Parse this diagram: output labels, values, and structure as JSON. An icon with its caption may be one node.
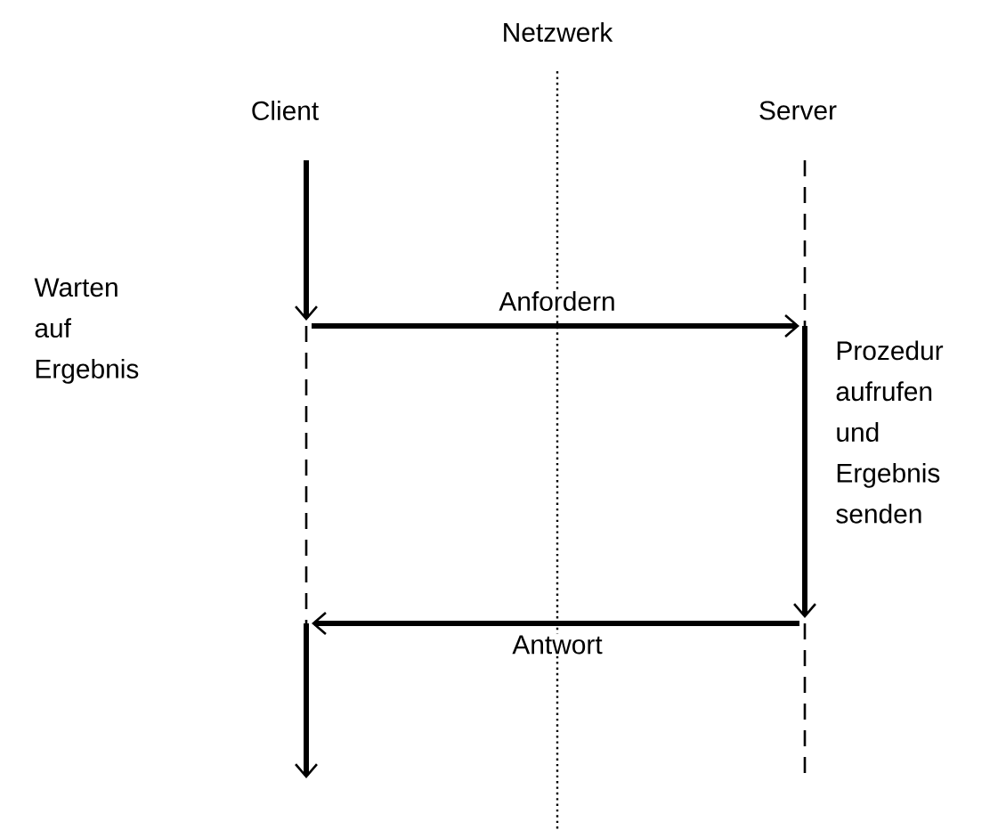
{
  "diagram": {
    "nodes": [
      {
        "text": [
          "Client"
        ]
      },
      {
        "text": [
          "Server"
        ]
      },
      {
        "text": [
          "Warten auf Ergebnis"
        ]
      },
      {
        "text": [
          "Prozedur aufrufen und Ergebnis senden"
        ]
      },
      {
        "text": [],
        "shape": "line"
      },
      {
        "text": [],
        "shape": "line"
      }
    ],
    "edges": [
      {
        "from": 4,
        "to": 5,
        "arrow": "to",
        "label": "Anfordern"
      },
      {
        "from": 5,
        "to": 4,
        "arrow": "to",
        "label": "Antwort"
      }
    ],
    "labels": [
      "Netzwerk"
    ]
  }
}
